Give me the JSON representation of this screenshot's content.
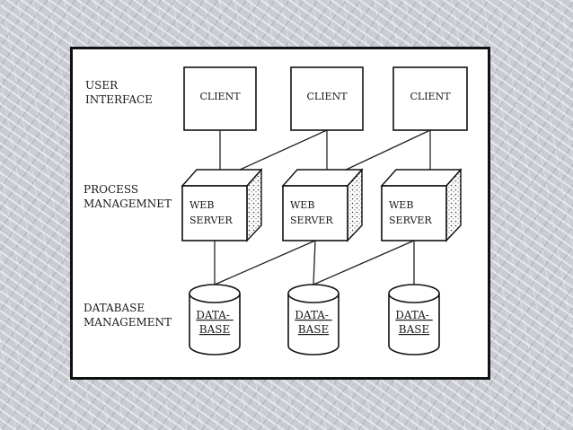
{
  "layers": {
    "user_interface": [
      "USER",
      "INTERFACE"
    ],
    "process_management": [
      "PROCESS",
      "MANAGEMNET"
    ],
    "database_management": [
      "DATABASE",
      "MANAGEMENT"
    ]
  },
  "clients": [
    "CLIENT",
    "CLIENT",
    "CLIENT"
  ],
  "servers": [
    [
      "WEB",
      "SERVER"
    ],
    [
      "WEB",
      "SERVER"
    ],
    [
      "WEB",
      "SERVER"
    ]
  ],
  "databases": [
    [
      "DATA-",
      "BASE"
    ],
    [
      "DATA-",
      "BASE"
    ],
    [
      "DATA-",
      "BASE"
    ]
  ]
}
